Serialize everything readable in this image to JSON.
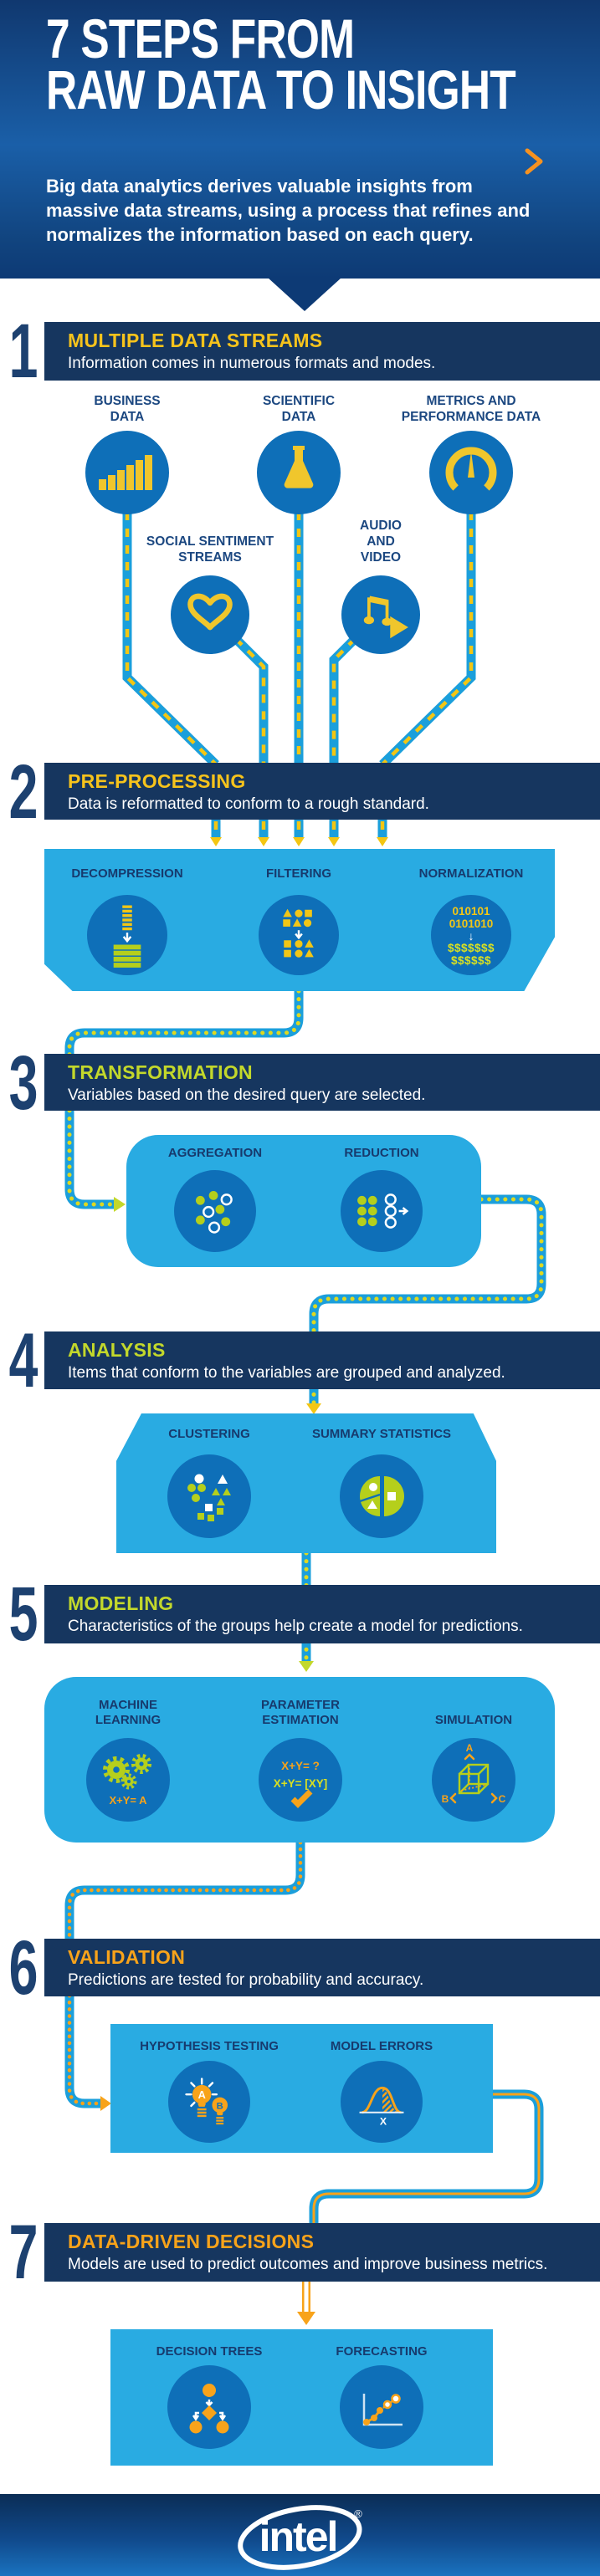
{
  "header": {
    "title_line1": "7 STEPS FROM",
    "title_line2": "RAW DATA TO INSIGHT",
    "description": "Big data analytics derives valuable insights from massive data streams, using a process that refines and normalizes the information based on each query."
  },
  "sections": [
    {
      "number": "1",
      "title": "MULTIPLE DATA STREAMS",
      "subtitle": "Information comes in numerous formats and modes."
    },
    {
      "number": "2",
      "title": "PRE-PROCESSING",
      "subtitle": "Data is reformatted to conform to a rough standard."
    },
    {
      "number": "3",
      "title": "TRANSFORMATION",
      "subtitle": "Variables based on the desired query are selected."
    },
    {
      "number": "4",
      "title": "ANALYSIS",
      "subtitle": "Items that conform to the variables are grouped and analyzed."
    },
    {
      "number": "5",
      "title": "MODELING",
      "subtitle": "Characteristics of the groups help create a model for predictions."
    },
    {
      "number": "6",
      "title": "VALIDATION",
      "subtitle": "Predictions are tested for probability and accuracy."
    },
    {
      "number": "7",
      "title": "DATA-DRIVEN DECISIONS",
      "subtitle": "Models are used to predict outcomes and improve business metrics."
    }
  ],
  "streams": {
    "items": [
      {
        "label": "BUSINESS DATA",
        "icon": "bar-chart-icon"
      },
      {
        "label": "SCIENTIFIC DATA",
        "icon": "flask-icon"
      },
      {
        "label": "METRICS AND PERFORMANCE DATA",
        "icon": "gauge-icon"
      },
      {
        "label": "SOCIAL SENTIMENT STREAMS",
        "icon": "heart-icon"
      },
      {
        "label": "AUDIO AND VIDEO",
        "icon": "music-play-icon"
      }
    ]
  },
  "preprocessing": {
    "items": [
      {
        "label": "DECOMPRESSION",
        "icon": "decompress-icon"
      },
      {
        "label": "FILTERING",
        "icon": "filter-shapes-icon"
      },
      {
        "label": "NORMALIZATION",
        "icon": "binary-to-dollars-icon",
        "binary1": "010101",
        "binary2": "0101010",
        "arrow": "↓",
        "dollars1": "$$$$$$$",
        "dollars2": "$$$$$$"
      }
    ]
  },
  "transformation": {
    "items": [
      {
        "label": "AGGREGATION",
        "icon": "aggregation-dots-icon"
      },
      {
        "label": "REDUCTION",
        "icon": "reduction-dots-icon"
      }
    ]
  },
  "analysis": {
    "items": [
      {
        "label": "CLUSTERING",
        "icon": "cluster-shapes-icon"
      },
      {
        "label": "SUMMARY STATISTICS",
        "icon": "pie-chart-icon"
      }
    ]
  },
  "modeling": {
    "items": [
      {
        "label": "MACHINE LEARNING",
        "icon": "gears-icon",
        "formula": "X+Y= A"
      },
      {
        "label": "PARAMETER ESTIMATION",
        "icon": "formula-check-icon",
        "formula1": "X+Y= ?",
        "formula2": "X+Y= [XY]"
      },
      {
        "label": "SIMULATION",
        "icon": "cube-icon",
        "axis_a": "A",
        "axis_b": "B",
        "axis_c": "C"
      }
    ]
  },
  "validation": {
    "items": [
      {
        "label": "HYPOTHESIS TESTING",
        "icon": "lightbulbs-icon",
        "bulb_a": "A",
        "bulb_b": "B"
      },
      {
        "label": "MODEL ERRORS",
        "icon": "bell-curve-icon",
        "axis_label": "X"
      }
    ]
  },
  "decisions": {
    "items": [
      {
        "label": "DECISION TREES",
        "icon": "decision-tree-icon"
      },
      {
        "label": "FORECASTING",
        "icon": "forecast-chart-icon"
      }
    ]
  },
  "footer": {
    "logo_text": "intel",
    "registered_mark": "®"
  },
  "colors": {
    "header_blue": "#1a5fa8",
    "navy_bar": "#16365f",
    "light_blue_box": "#29abe2",
    "circle_blue": "#0e6fb8",
    "stream_line_blue": "#1b9fdb",
    "accent_yellow": "#f6c31c",
    "accent_lime": "#c3d82b",
    "accent_orange": "#f8a31a",
    "icon_yellow": "#f0c62c",
    "icon_lime": "#b5cf1c",
    "white": "#ffffff"
  }
}
